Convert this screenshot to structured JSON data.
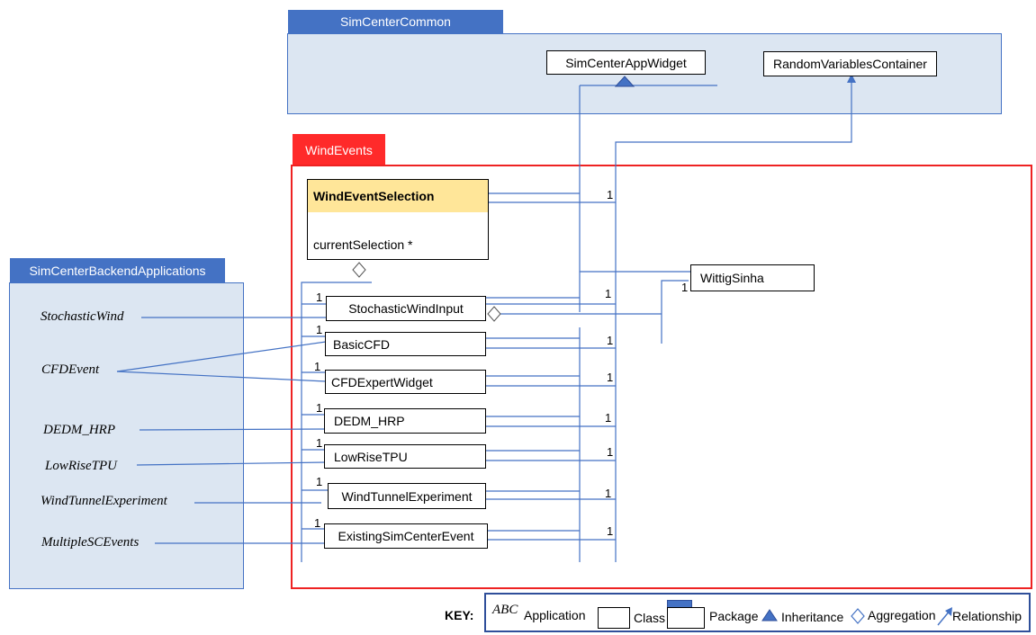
{
  "packages": {
    "common": "SimCenterCommon",
    "wind_events": "WindEvents",
    "backend": "SimCenterBackendApplications"
  },
  "common_classes": {
    "app_widget": "SimCenterAppWidget",
    "rv_container": "RandomVariablesContainer"
  },
  "selection": {
    "name": "WindEventSelection",
    "attribute": "currentSelection *"
  },
  "classes": {
    "stochastic": "StochasticWindInput",
    "basic_cfd": "BasicCFD",
    "cfd_expert": "CFDExpertWidget",
    "dedm": "DEDM_HRP",
    "lowrise": "LowRiseTPU",
    "tunnel": "WindTunnelExperiment",
    "existing": "ExistingSimCenterEvent",
    "wittig": "WittigSinha"
  },
  "applications": {
    "stochastic": "StochasticWind",
    "cfd": "CFDEvent",
    "dedm": "DEDM_HRP",
    "lowrise": "LowRiseTPU",
    "tunnel": "WindTunnelExperiment",
    "multiple": "MultipleSCEvents"
  },
  "multiplicity": "1",
  "key": {
    "title": "KEY:",
    "abc": "ABC",
    "application": "Application",
    "class": "Class",
    "package": "Package",
    "inheritance": "Inheritance",
    "aggregation": "Aggregation",
    "relationship": "Relationship"
  },
  "colors": {
    "package_blue": "#4472C4",
    "package_fill": "#dce6f2",
    "wind_red": "#ee2222",
    "selection_header": "#ffe699"
  }
}
